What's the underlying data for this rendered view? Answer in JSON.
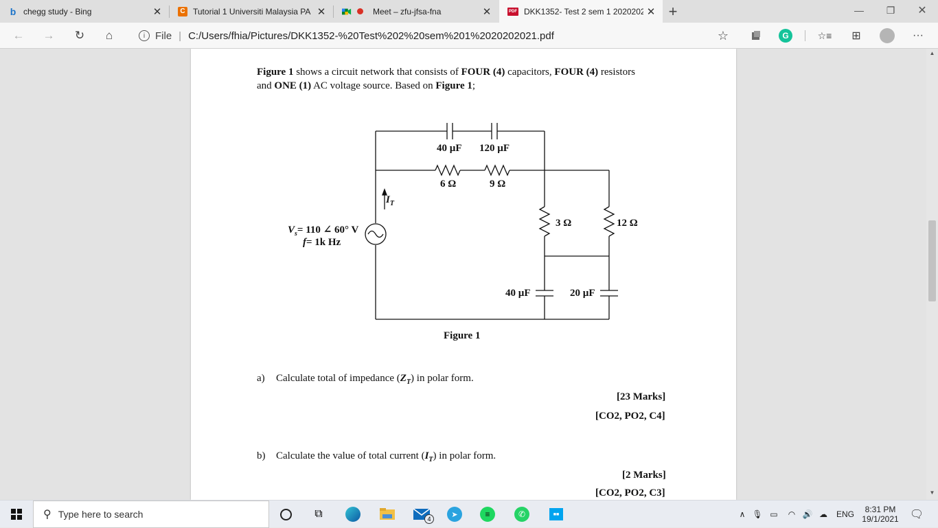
{
  "tabs": [
    {
      "label": "chegg study - Bing",
      "icon": "bing-icon",
      "close": "✕"
    },
    {
      "label": "Tutorial 1 Universiti Malaysia PA",
      "icon": "chegg-icon",
      "close": "✕"
    },
    {
      "label": "Meet – zfu-jfsa-fna",
      "icon": "meet-icon",
      "close": "✕"
    },
    {
      "label": "DKK1352- Test 2 sem 1 2020202",
      "icon": "pdf-icon",
      "close": "✕"
    }
  ],
  "new_tab_label": "+",
  "address": {
    "info_label": "File",
    "url": "C:/Users/fhia/Pictures/DKK1352-%20Test%202%20sem%201%2020202021.pdf"
  },
  "document": {
    "intro_line1": {
      "p1": "Figure 1",
      "p2": " shows a circuit network that consists of ",
      "p3": "FOUR (4)",
      "p4": " capacitors, ",
      "p5": "FOUR (4)",
      "p6": " resistors"
    },
    "intro_line2": {
      "p1": "and ",
      "p2": "ONE (1)",
      "p3": " AC voltage source. Based on ",
      "p4": "Figure 1",
      "p5": ";"
    },
    "figure": {
      "c1": "40 µF",
      "c2": "120 µF",
      "r1": "6 Ω",
      "r2": "9 Ω",
      "r3": "3 Ω",
      "r4": "12 Ω",
      "c3": "40 µF",
      "c4": "20 µF",
      "current_label": "I",
      "current_sub": "T",
      "source_v_prefix": "V",
      "source_v_sub": "s",
      "source_v_value": "= 110 ∠ 60° V",
      "source_f_prefix": "f",
      "source_f_value": "= 1k Hz",
      "caption": "Figure 1"
    },
    "question_a": {
      "label": "a)",
      "text_p1": "Calculate total of impedance (",
      "text_var": "Z",
      "text_sub": "T",
      "text_p2": ") in polar form."
    },
    "marks_a": "[23 Marks]",
    "co_a": "[CO2, PO2, C4]",
    "question_b": {
      "label": "b)",
      "text_p1": "Calculate the value of total current (",
      "text_var": "I",
      "text_sub": "T",
      "text_p2": ") in polar form."
    },
    "marks_b": "[2 Marks]",
    "co_b": "[CO2, PO2, C3]"
  },
  "taskbar": {
    "search_placeholder": "Type here to search",
    "mail_badge": "4",
    "language": "ENG",
    "time": "8:31 PM",
    "date": "19/1/2021"
  }
}
